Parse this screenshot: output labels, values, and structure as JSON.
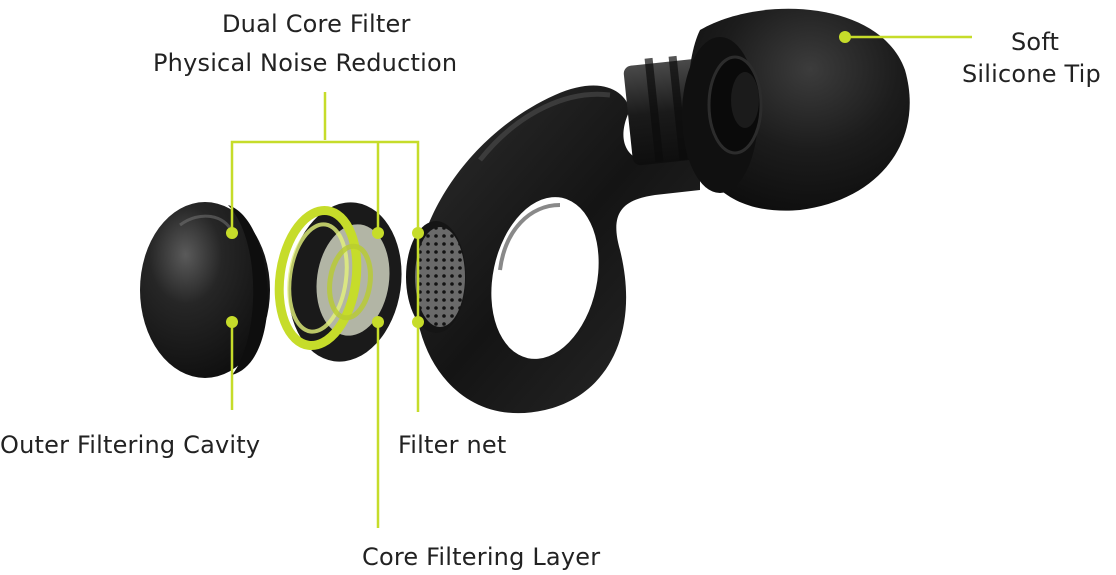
{
  "labels": {
    "dual_core_filter": "Dual Core Filter",
    "physical_noise_reduction": "Physical Noise Reduction",
    "soft": "Soft",
    "silicone_tip": "Silicone Tip",
    "outer_filtering_cavity": "Outer Filtering Cavity",
    "filter_net": "Filter net",
    "core_filtering_layer": "Core Filtering Layer"
  },
  "colors": {
    "accent": "#c6dc2a",
    "part": "#1a1a1a",
    "text": "#222222"
  }
}
